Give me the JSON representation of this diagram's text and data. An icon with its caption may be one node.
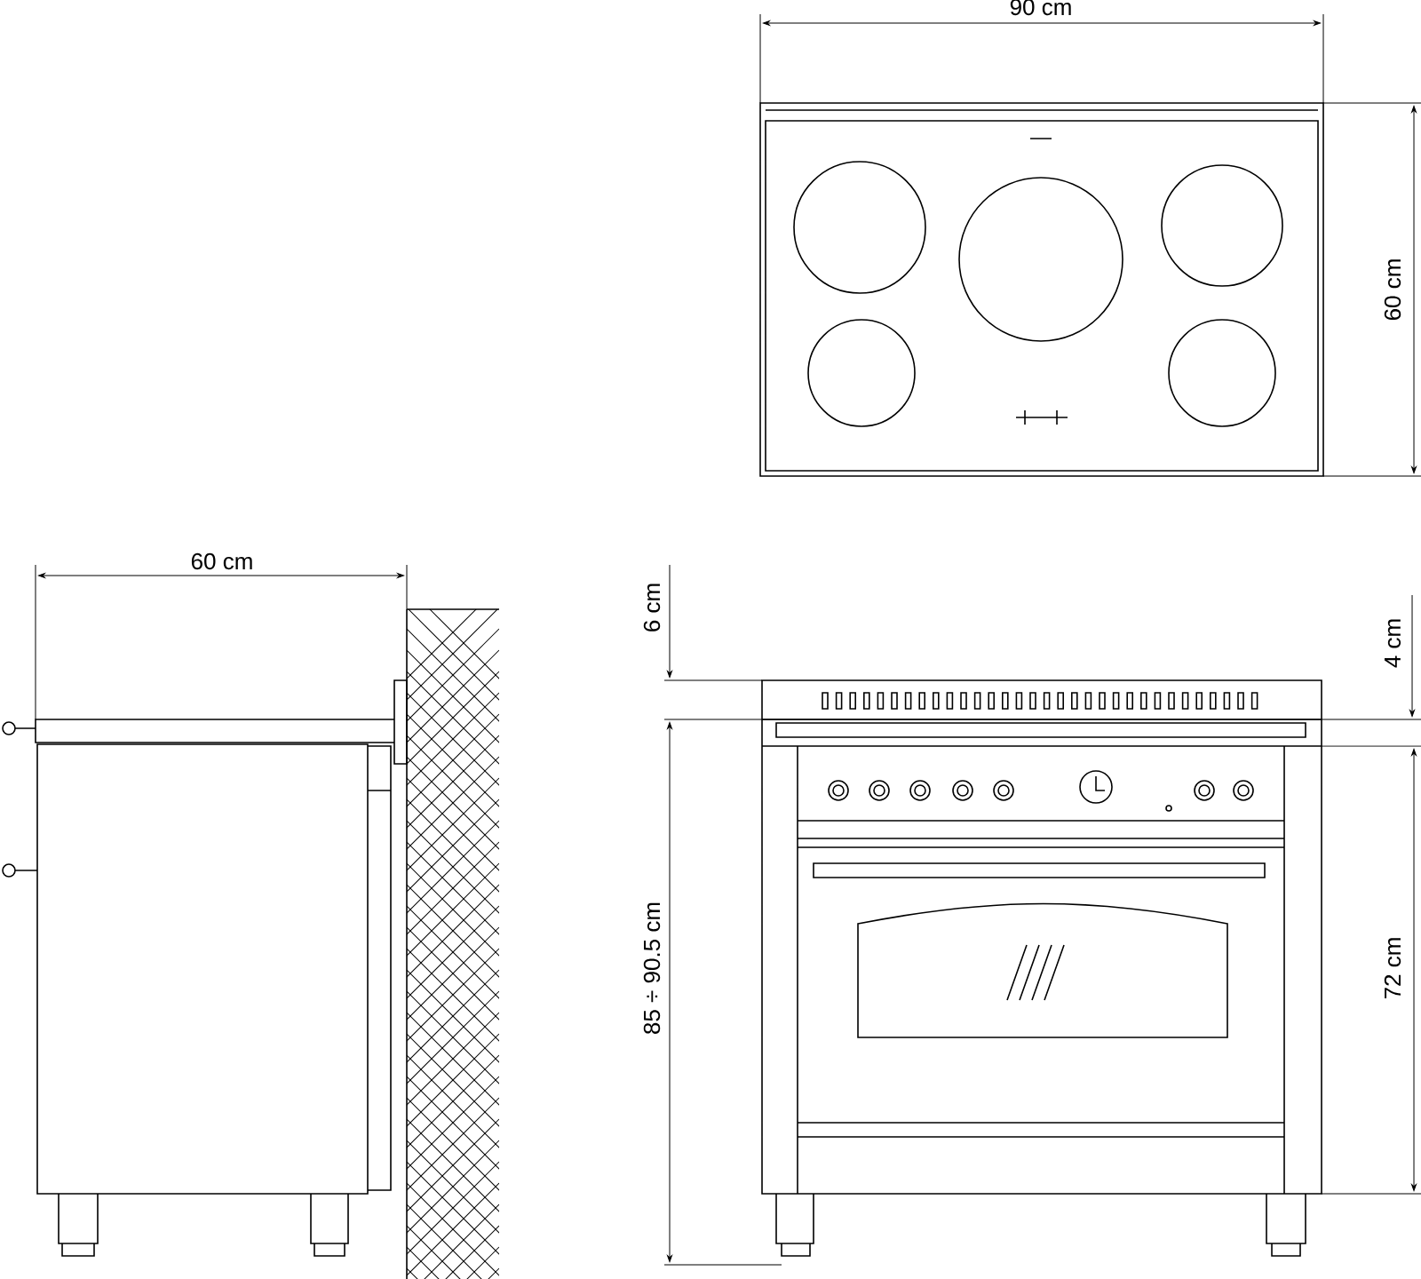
{
  "diagram": {
    "labels": [
      "90 cm",
      "60 cm",
      "60 cm",
      "6 cm",
      "4 cm",
      "85 ÷ 90.5 cm",
      "72 cm"
    ]
  }
}
